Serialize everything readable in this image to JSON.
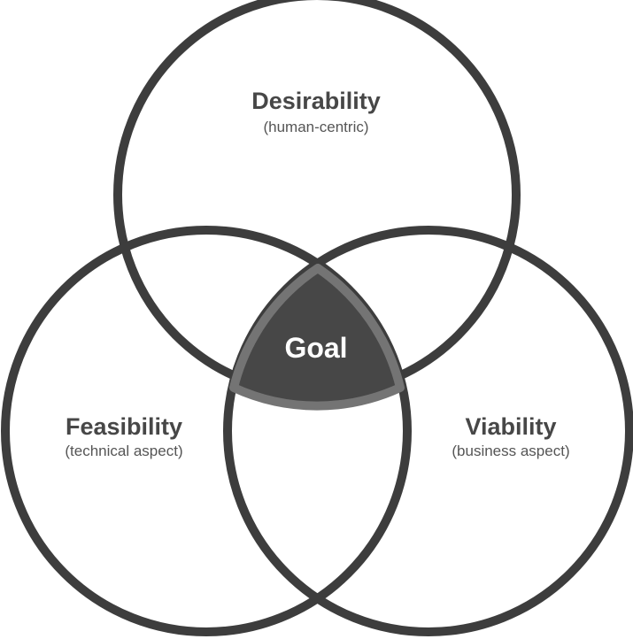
{
  "diagram": {
    "type": "venn-3",
    "colors": {
      "ring": "#3d3d3d",
      "goal_fill": "#474747",
      "goal_border": "#747474",
      "title_text": "#474747",
      "subtitle_text": "#555555",
      "goal_text": "#ffffff"
    },
    "sets": {
      "top": {
        "title": "Desirability",
        "subtitle": "(human-centric)"
      },
      "left": {
        "title": "Feasibility",
        "subtitle": "(technical aspect)"
      },
      "right": {
        "title": "Viability",
        "subtitle": "(business aspect)"
      }
    },
    "center": {
      "label": "Goal"
    }
  }
}
